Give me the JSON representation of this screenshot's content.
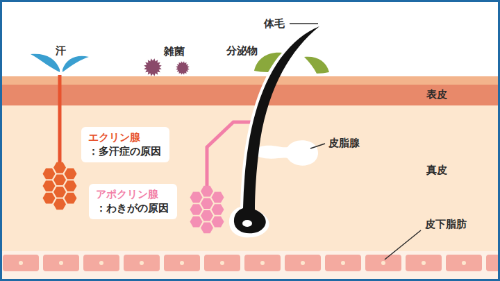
{
  "diagram": {
    "nodes": [
      {
        "text": [
          "表皮"
        ]
      },
      {
        "text": [
          "真皮"
        ]
      },
      {
        "text": [
          "エクリン腺",
          "：多汗症の原因"
        ],
        "in": 1
      },
      {
        "text": [
          "アポクリン腺",
          "：わきがの原因"
        ],
        "in": 1
      }
    ],
    "labels": [
      "汗",
      "雑菌",
      "分泌物",
      "体毛",
      "皮脂腺",
      "皮下脂肪"
    ]
  }
}
